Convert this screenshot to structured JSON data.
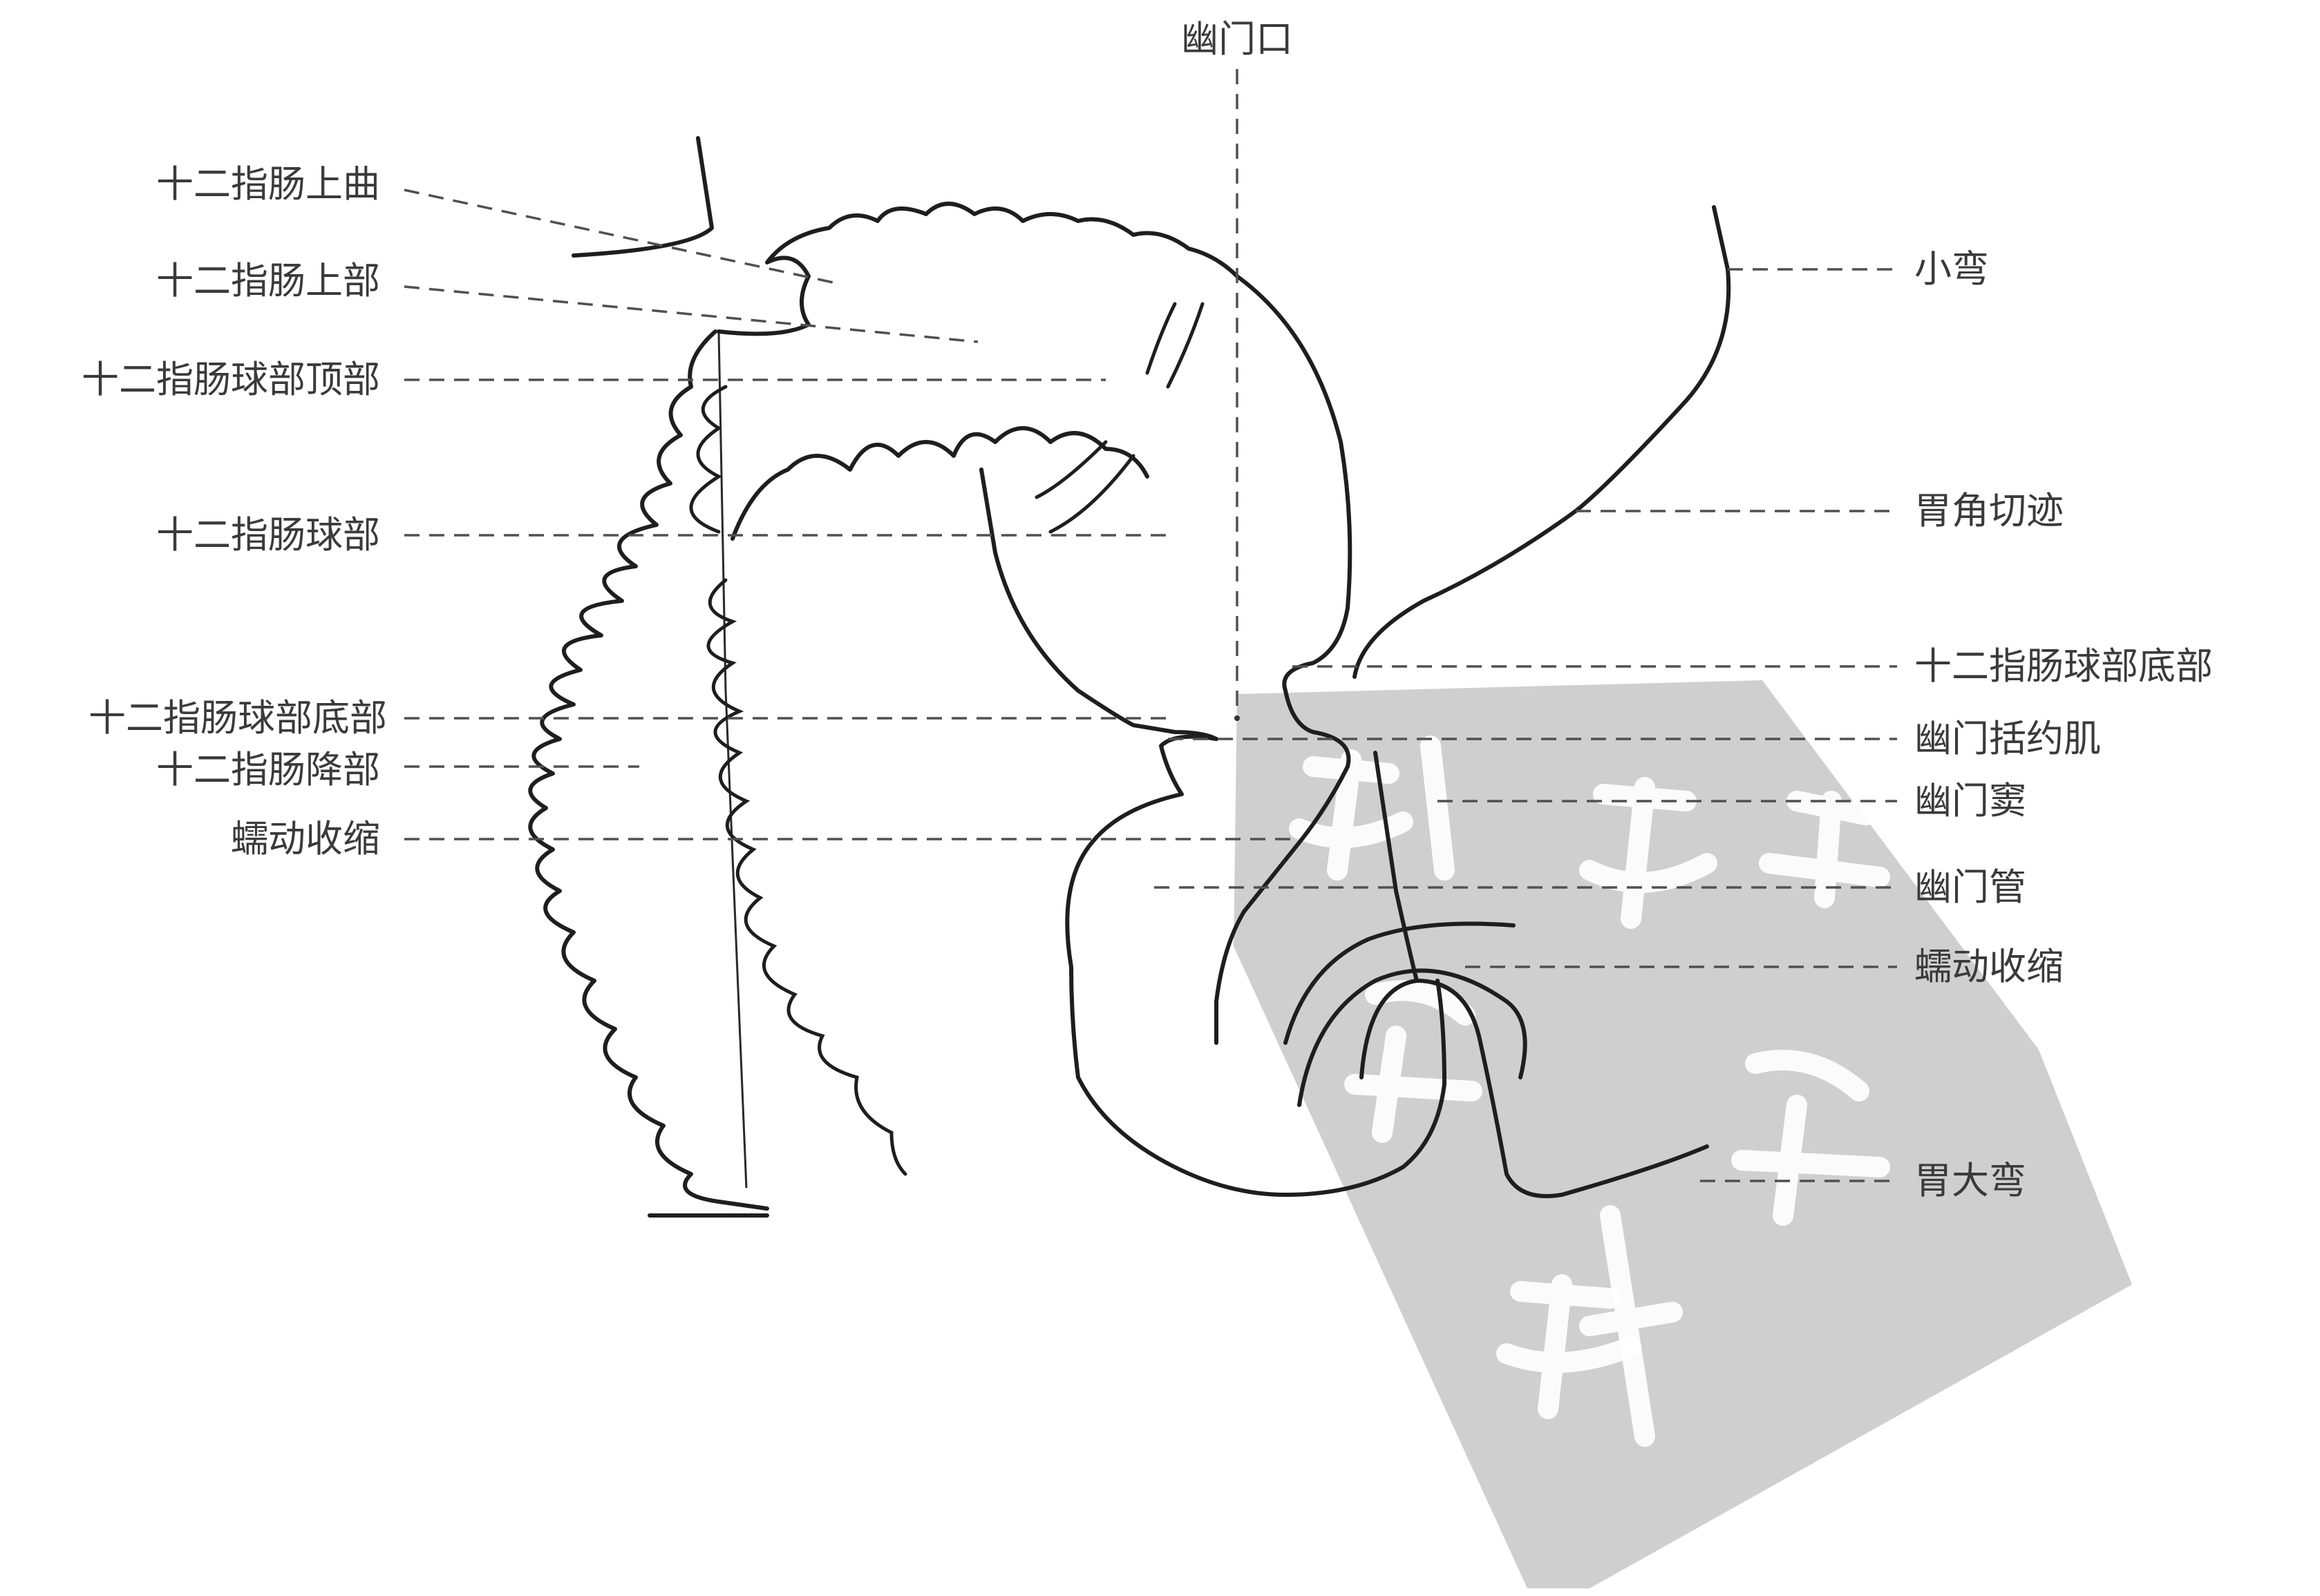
{
  "labels": {
    "pyloric_orifice": "幽门口",
    "duod_superior_flexure": "十二指肠上曲",
    "duod_superior_part": "十二指肠上部",
    "duod_bulb_apex": "十二指肠球部顶部",
    "duod_bulb": "十二指肠球部",
    "duod_bulb_base_left": "十二指肠球部底部",
    "duod_descending": "十二指肠降部",
    "peristalsis_left": "蠕动收缩",
    "lesser_curvature": "小弯",
    "angular_incisure": "胃角切迹",
    "duod_bulb_base_right": "十二指肠球部底部",
    "pyloric_sphincter": "幽门括约肌",
    "pyloric_antrum": "幽门窦",
    "pyloric_canal": "幽门管",
    "peristalsis_right": "蠕动收缩",
    "greater_curvature": "胃大弯"
  },
  "watermark": {
    "type": "seal-stamp",
    "color": "#cfcfcf"
  }
}
